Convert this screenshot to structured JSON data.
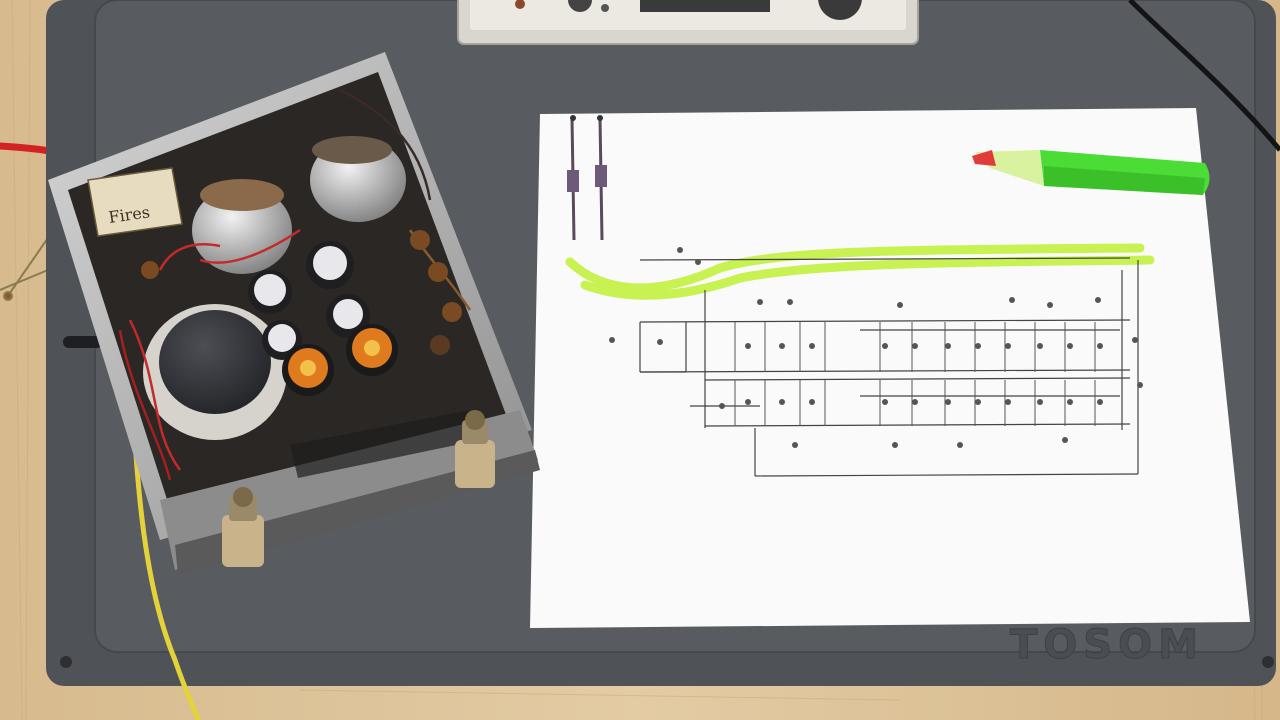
{
  "scene": {
    "type": "photograph",
    "texts": {
      "device_label": "Fires",
      "mat_embossed": "TOSOM"
    },
    "colors": {
      "wood": "#dcc39a",
      "mat": "#4f5257",
      "mat_inner": "#585b60",
      "paper": "#fafafa",
      "highlight": "#c6f24a",
      "marker_body": "#4bdc36",
      "marker_cap": "#e33b3b",
      "chassis": "#b8b8b8",
      "cable_yellow": "#e3d23a",
      "cable_red": "#d32222",
      "cable_black": "#141414"
    },
    "objects": {
      "enclosure": "open-metal-enclosure",
      "transformer": "toroidal-transformer",
      "capacitors": "electrolytic-capacitors",
      "schematic": "printed-circuit-schematic",
      "highlighter": "green-highlighter-marker",
      "probes": "test-probes",
      "instrument": "bench-instrument"
    }
  }
}
